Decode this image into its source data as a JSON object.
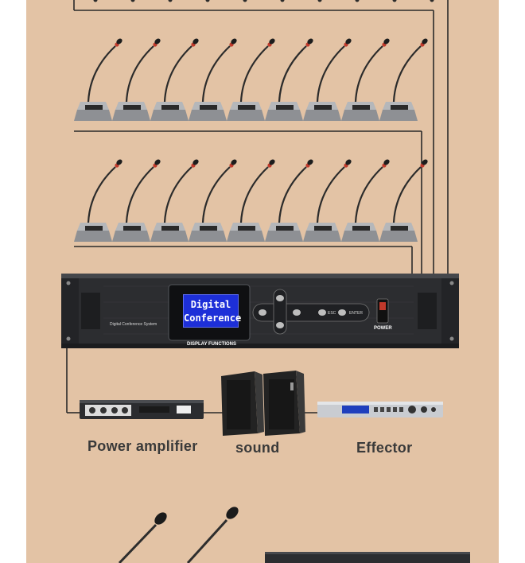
{
  "colors": {
    "background": "#e3c3a5",
    "wire": "#2a2a2a",
    "device_body": "#303133",
    "lcd": "#1d2fd8"
  },
  "main_unit": {
    "lcd_line1": "Digital",
    "lcd_line2": "Conference",
    "model_text": "Digital Conference System",
    "display_label": "DISPLAY FUNCTIONS",
    "esc_label": "ESC",
    "enter_label": "ENTER",
    "power_label": "POWER"
  },
  "microphones": {
    "row1_count": 9,
    "row2_count": 9
  },
  "devices": [
    {
      "label": "Power amplifier"
    },
    {
      "label": "sound"
    },
    {
      "label": "Effector"
    }
  ]
}
